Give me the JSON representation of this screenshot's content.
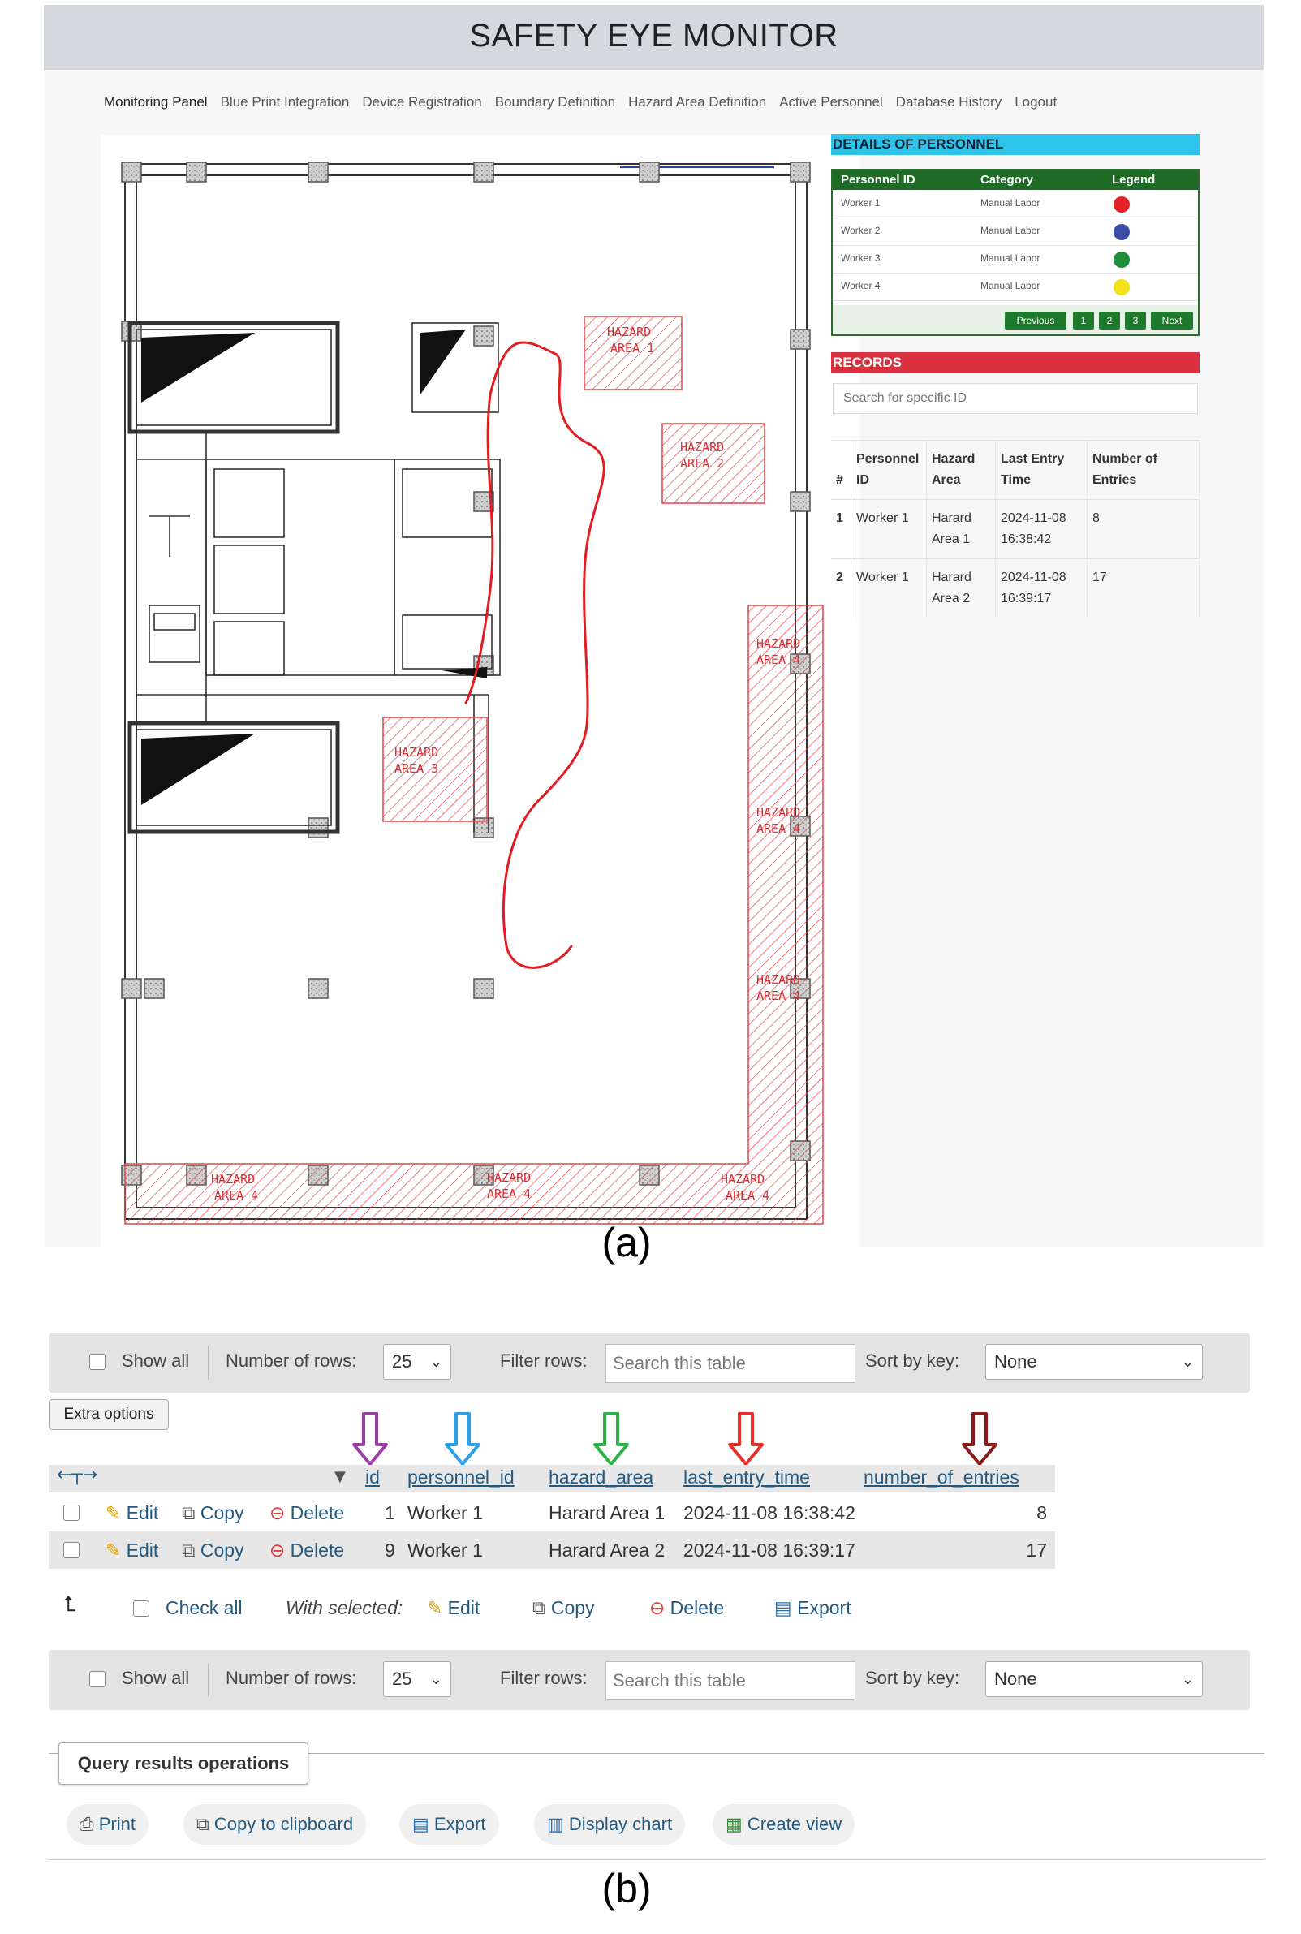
{
  "panel_a": {
    "app_title": "SAFETY EYE MONITOR",
    "nav": [
      "Monitoring Panel",
      "Blue Print Integration",
      "Device Registration",
      "Boundary Definition",
      "Hazard Area Definition",
      "Active Personnel",
      "Database History",
      "Logout"
    ],
    "active_nav": "Monitoring Panel",
    "hazard_labels": {
      "area1": [
        "HAZARD",
        "AREA 1"
      ],
      "area2": [
        "HAZARD",
        "AREA 2"
      ],
      "area3": [
        "HAZARD",
        "AREA 3"
      ],
      "area4": [
        "HAZARD",
        "AREA 4"
      ]
    },
    "details_title": "DETAILS OF PERSONNEL",
    "personnel_headers": [
      "Personnel ID",
      "Category",
      "Legend"
    ],
    "personnel": [
      {
        "id": "Worker 1",
        "category": "Manual Labor",
        "color": "#e32227"
      },
      {
        "id": "Worker 2",
        "category": "Manual Labor",
        "color": "#3b4fa6"
      },
      {
        "id": "Worker 3",
        "category": "Manual Labor",
        "color": "#1e8f3a"
      },
      {
        "id": "Worker 4",
        "category": "Manual Labor",
        "color": "#f2e21b"
      }
    ],
    "pager": [
      "Previous",
      "1",
      "2",
      "3",
      "Next"
    ],
    "records_title": "RECORDS",
    "search_placeholder": "Search for specific ID",
    "records_headers": [
      "#",
      "Personnel ID",
      "Hazard Area",
      "Last Entry Time",
      "Number of Entries"
    ],
    "records": [
      {
        "n": "1",
        "pid": "Worker 1",
        "area": "Harard Area 1",
        "time": "2024-11-08 16:38:42",
        "entries": "8"
      },
      {
        "n": "2",
        "pid": "Worker 1",
        "area": "Harard Area 2",
        "time": "2024-11-08 16:39:17",
        "entries": "17"
      }
    ],
    "caption": "(a)"
  },
  "panel_b": {
    "filter_bar": {
      "show_all": "Show all",
      "rows_label": "Number of rows:",
      "rows_value": "25",
      "filter_label": "Filter rows:",
      "filter_placeholder": "Search this table",
      "sort_label": "Sort by key:",
      "sort_value": "None"
    },
    "extra_options": "Extra options",
    "columns": [
      "id",
      "personnel_id",
      "hazard_area",
      "last_entry_time",
      "number_of_entries"
    ],
    "arrow_colors": [
      "#9b3fa6",
      "#2e9ee8",
      "#2fb24a",
      "#e5302d",
      "#8b1a1a"
    ],
    "row_actions": {
      "edit": "Edit",
      "copy": "Copy",
      "delete": "Delete"
    },
    "rows": [
      {
        "id": "1",
        "personnel_id": "Worker 1",
        "hazard_area": "Harard Area 1",
        "last_entry_time": "2024-11-08 16:38:42",
        "number_of_entries": "8"
      },
      {
        "id": "9",
        "personnel_id": "Worker 1",
        "hazard_area": "Harard Area 2",
        "last_entry_time": "2024-11-08 16:39:17",
        "number_of_entries": "17"
      }
    ],
    "bulk": {
      "check_all": "Check all",
      "with_selected": "With selected:",
      "edit": "Edit",
      "copy": "Copy",
      "delete": "Delete",
      "export": "Export"
    },
    "query_ops": {
      "title": "Query results operations",
      "buttons": [
        "Print",
        "Copy to clipboard",
        "Export",
        "Display chart",
        "Create view"
      ]
    },
    "caption": "(b)"
  }
}
